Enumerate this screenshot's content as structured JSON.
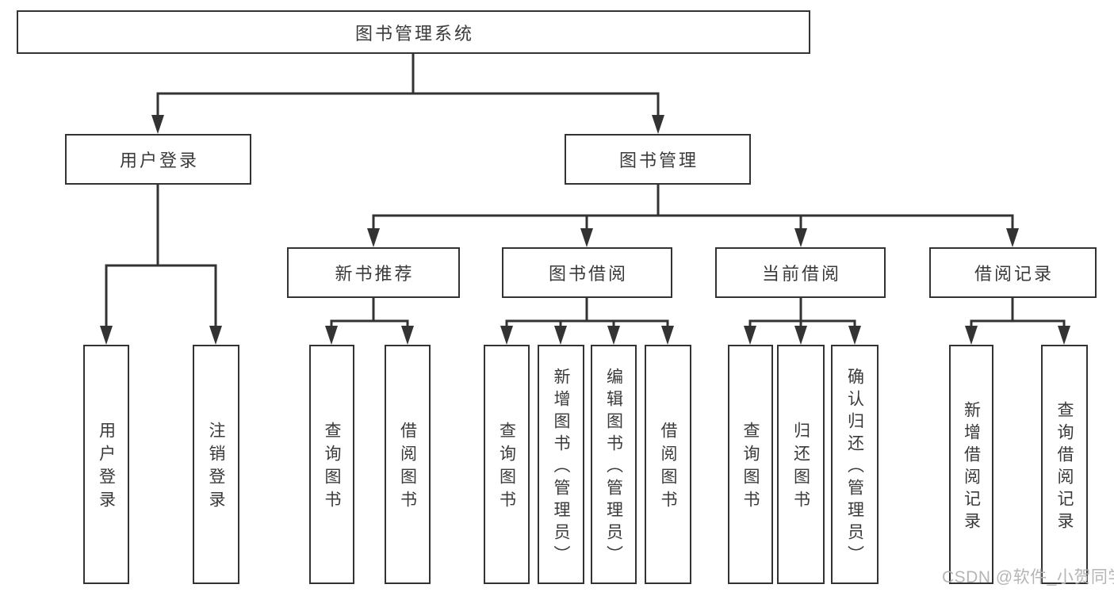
{
  "diagram": {
    "title": "图书管理系统",
    "level2": [
      {
        "label": "用户登录"
      },
      {
        "label": "图书管理"
      }
    ],
    "level3": [
      {
        "label": "新书推荐"
      },
      {
        "label": "图书借阅"
      },
      {
        "label": "当前借阅"
      },
      {
        "label": "借阅记录"
      }
    ],
    "leaves": {
      "userLogin": [
        {
          "label": "用户登录"
        },
        {
          "label": "注销登录"
        }
      ],
      "newBooks": [
        {
          "label": "查询图书"
        },
        {
          "label": "借阅图书"
        }
      ],
      "bookBorrow": [
        {
          "label": "查询图书"
        },
        {
          "label": "新增图书（管理员）"
        },
        {
          "label": "编辑图书（管理员）"
        },
        {
          "label": "借阅图书"
        }
      ],
      "currentBorrow": [
        {
          "label": "查询图书"
        },
        {
          "label": "归还图书"
        },
        {
          "label": "确认归还（管理员）"
        }
      ],
      "borrowRecords": [
        {
          "label": "新增借阅记录"
        },
        {
          "label": "查询借阅记录"
        }
      ]
    },
    "watermark": "CSDN @软件_小贺同学",
    "colors": {
      "line": "#333333",
      "text": "#3a3a3a",
      "watermark": "#b5b5b5",
      "background": "#ffffff"
    }
  }
}
